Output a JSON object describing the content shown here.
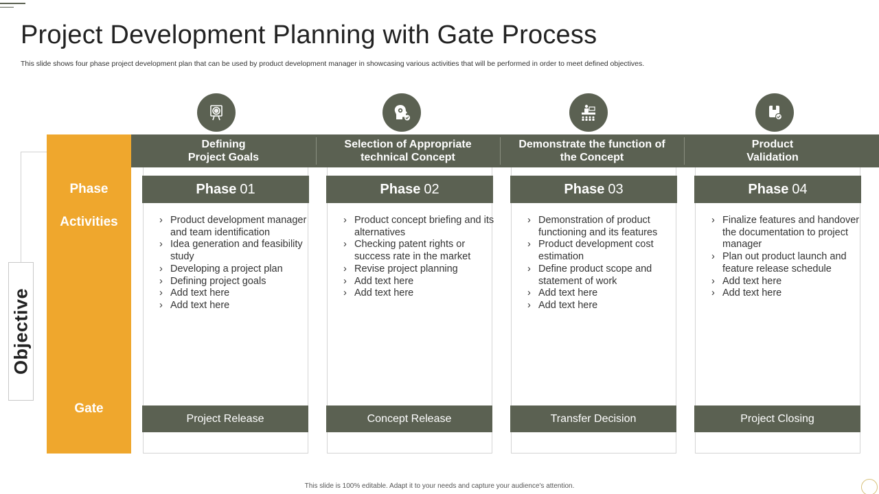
{
  "title": "Project Development Planning with Gate Process",
  "subtitle": "This slide shows four phase project development plan that can be used by product development manager in showcasing various activities that will be performed in order to meet defined objectives.",
  "row_labels": {
    "phase": "Phase",
    "activities": "Activities",
    "gate": "Gate",
    "objective": "Objective"
  },
  "columns": [
    {
      "icon": "target-board-icon",
      "header_line1": "Defining",
      "header_line2": "Project Goals",
      "phase_word": "Phase",
      "phase_num": "01",
      "activities": [
        "Product development manager and team identification",
        "Idea generation and feasibility study",
        "Developing a project plan",
        "Defining project goals",
        "Add text here",
        "Add text here"
      ],
      "gate": "Project Release"
    },
    {
      "icon": "head-gear-icon",
      "header_line1": "Selection of Appropriate",
      "header_line2": "technical Concept",
      "phase_word": "Phase",
      "phase_num": "02",
      "activities": [
        "Product concept briefing and its alternatives",
        "Checking patent rights or success rate in the market",
        "Revise project planning",
        "Add text here",
        "Add text here"
      ],
      "gate": "Concept Release"
    },
    {
      "icon": "presentation-audience-icon",
      "header_line1": "Demonstrate the function of",
      "header_line2": "the Concept",
      "phase_word": "Phase",
      "phase_num": "03",
      "activities": [
        "Demonstration of product functioning and its features",
        "Product development cost estimation",
        "Define product scope and statement of work",
        "Add text here",
        "Add text here"
      ],
      "gate": "Transfer Decision"
    },
    {
      "icon": "product-box-check-icon",
      "header_line1": "Product",
      "header_line2": "Validation",
      "phase_word": "Phase",
      "phase_num": "04",
      "activities": [
        "Finalize features and handover the documentation to project manager",
        "Plan out product launch and feature release schedule",
        "Add text here",
        "Add text here"
      ],
      "gate": "Project Closing"
    }
  ],
  "footer": "This slide is 100% editable. Adapt it to your needs and capture your audience's attention.",
  "colors": {
    "olive": "#5b6152",
    "orange": "#efa72d"
  }
}
